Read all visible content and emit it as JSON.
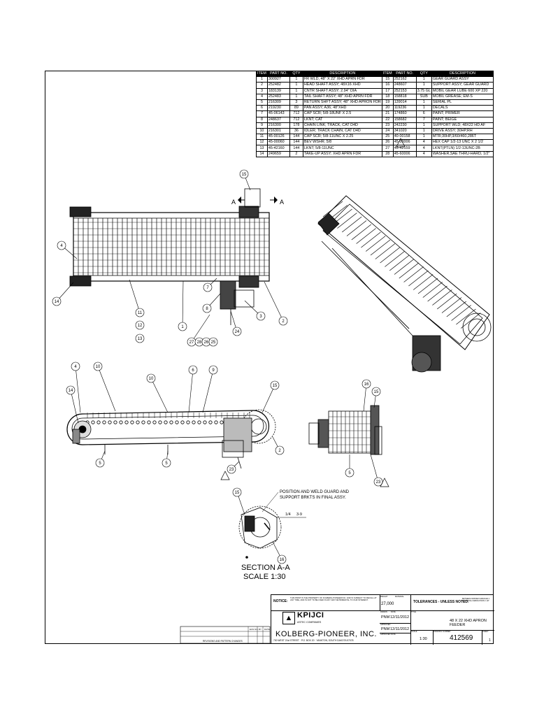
{
  "bom": {
    "headers": [
      "ITEM",
      "PART NO.",
      "QTY",
      "DESCRIPTION",
      "ITEM",
      "PART NO.",
      "QTY",
      "DESCRIPTION"
    ],
    "rows": [
      [
        "1",
        "300927",
        "1",
        "FR WLD, 48\" X 22' XHD APRN FDR",
        "15",
        "252162",
        "1",
        "GEAR GUARD ASSY"
      ],
      [
        "2",
        "252482",
        "1",
        "HEAD SHAFT ASSY; 48X16 XHD",
        "16",
        "248607",
        "1",
        "SUPPORT ASSY; GEAR GUARD"
      ],
      [
        "3",
        "183139",
        "1",
        "CNTR SHAFT ASSY; 2.94\" DIA",
        "17",
        "252153",
        "3.75 GL",
        "MOBIL GEAR LUBE 600 XP 220"
      ],
      [
        "4",
        "252483",
        "1",
        "TAIL SHAFT ASSY; 48\" XHD APRN FDR",
        "18",
        "158818",
        "SUB",
        "MOBIL GREASE; EM-S"
      ],
      [
        "5",
        "216309",
        "3",
        "RETURN SHFT ASSY; 48\" XHD APRON FDR",
        "19",
        "139014",
        "1",
        "SERIAL PL"
      ],
      [
        "6",
        "219230",
        "89",
        "PAN ASSY; A36; 48\"XHD",
        "20",
        "119236",
        "1",
        "DECALS"
      ],
      [
        "7",
        "45-06143",
        "712",
        "CAP SCR; 5/8-18UNF X 2.5",
        "21",
        "174860",
        "6",
        "PAINT; PRIMER"
      ],
      [
        "8",
        "248637",
        "712",
        "LKNT; CAT",
        "22",
        "158682",
        "7",
        "PAINT; BEIGE"
      ],
      [
        "9",
        "216300",
        "178",
        "CHAIN LINK; TRACK, CAT D4D",
        "23",
        "242230",
        "1",
        "SUPPORT WLD; 48X22 HD AF"
      ],
      [
        "10",
        "216301",
        "36",
        "IDLER; TRACK CHAIN, CAT D4D",
        "24",
        "341020",
        "1",
        "DRIVE ASSY; 30HP,RH"
      ],
      [
        "11",
        "45-00126",
        "144",
        "CAP SCR; 5/8-11UNC X 2.25",
        "25",
        "40-00158",
        "1",
        "MTR;30HP,3/60/460,286T"
      ],
      [
        "12",
        "45-00060",
        "144",
        "BEV WSHR; 5/8",
        "26",
        "45-00006",
        "4",
        "HEX CAP 1/2-13 UNC X 2 1/2"
      ],
      [
        "13",
        "45-42160",
        "144",
        "LKNT; 5/8-11UNC",
        "27",
        "45-42159",
        "4",
        "LKNT(PTLN) 1/2-13UNC-2B"
      ],
      [
        "14",
        "249659",
        "2",
        "TAKE-UP ASSY; XHD APRN FDR",
        "28",
        "45-60006",
        "4",
        "WASHER,SAE THRU-HARD, 1/2\""
      ]
    ]
  },
  "callouts": {
    "c1": "1",
    "c2a": "2",
    "c2b": "2",
    "c3": "3",
    "c4a": "4",
    "c4b": "4",
    "c5a": "5",
    "c5b": "5",
    "c5c": "5",
    "c6": "6",
    "c7": "7",
    "c8": "8",
    "c9": "9",
    "c10a": "10",
    "c10b": "10",
    "c11": "11",
    "c12": "12",
    "c13": "13",
    "c14a": "14",
    "c14b": "14",
    "c15a": "15",
    "c15b": "15",
    "c15c": "15",
    "c15d": "15",
    "c16a": "16",
    "c16b": "16",
    "c23a": "23",
    "c23b": "23",
    "c24": "24",
    "c25": "25",
    "c26": "26",
    "c27": "27",
    "c28": "28"
  },
  "section_marks": {
    "left": "A",
    "right": "A"
  },
  "notes": {
    "weld_guard": "POSITION AND WELD GUARD AND",
    "weld_guard_2": "SUPPORT BRKTS IN FINAL ASSY.",
    "weld_symbol": "1/4",
    "weld_symbol_2": "3-9",
    "section_title": "SECTION A-A",
    "section_scale": "SCALE 1:30"
  },
  "title_block": {
    "notice_label": "NOTICE:",
    "notice_text": "THIS PRINT IS THE PROPERTY OF KOLBERG-PIONEER INC. AND IS SUBJECT TO RECALL AT ANY TIME, AND IS NOT TO BE USED IN ANY WAY DETRIMENTAL TO OUR INTEREST.",
    "weight_label": "WEIGHT",
    "weight": "27,000",
    "material_label": "MATERIAL",
    "drawn_label": "DRAWN",
    "drawn_by": "PNM",
    "drawn_date": "12/11/2012",
    "checked_label": "APPROVED",
    "checked_by": "PNM",
    "checked_date": "12/11/2012",
    "approved_label": "APPROVED",
    "date_label": "DATE",
    "tolerances": "TOLERANCES - UNLESS NOTED:",
    "tolerance_detail": "BETWEEN FINISHED SURFACES ± 1/16\" METAL FABRICATIONS ± 1/8\"",
    "title_label": "TITLE",
    "title": "48 X 22 XHD APRON FEEDER",
    "scale_label": "SCALE",
    "scale": "1:30",
    "drawing_number_label": "DRAWING NUMBER",
    "drawing_number": "412569",
    "sheet_label": "SHEET",
    "sheet": "1",
    "logo_text": "KPIJCI",
    "logo_sub": "ASTEC COMPANIES",
    "company": "KOLBERG-PIONEER, INC.",
    "address": "700 WEST 21st STREET · P.O. BOX 20 · YANKTON, SOUTH DAKOTA 57078",
    "revision_footer": "REVISIONS AND PATTERN CHANGES",
    "rev_ecn": "ECN NO.",
    "rev_by": "BY",
    "rev_date": "DATE"
  }
}
